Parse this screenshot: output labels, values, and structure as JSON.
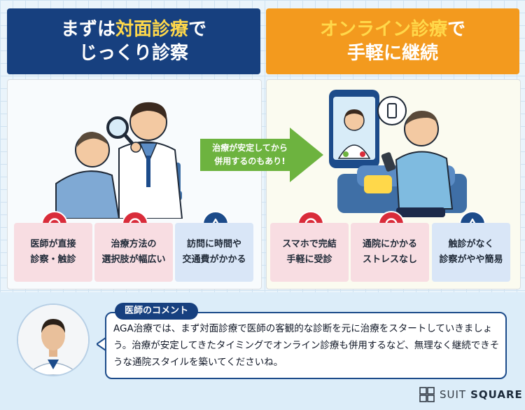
{
  "left": {
    "title_line1_pre": "まずは",
    "title_line1_highlight": "対面診療",
    "title_line1_post": "で",
    "title_line2": "じっくり診察",
    "cards": [
      {
        "mark": "circle",
        "text": "医師が直接\n診察・触診"
      },
      {
        "mark": "circle",
        "text": "治療方法の\n選択肢が幅広い"
      },
      {
        "mark": "triangle",
        "text": "訪問に時間や\n交通費がかかる"
      }
    ]
  },
  "right": {
    "title_line1_pre": "オンライン",
    "title_line1_highlight": "診療",
    "title_line1_post": "で",
    "title_line2": "手軽に継続",
    "cards": [
      {
        "mark": "circle",
        "text": "スマホで完結\n手軽に受診"
      },
      {
        "mark": "circle",
        "text": "通院にかかる\nストレスなし"
      },
      {
        "mark": "triangle",
        "text": "触診がなく\n診察がやや簡易"
      }
    ]
  },
  "arrow_text": "治療が安定してから\n併用するのもあり!",
  "comment": {
    "label": "医師のコメント",
    "text": "AGA治療では、まず対面診療で医師の客観的な診断を元に治療をスタートしていきましょう。治療が安定してきたタイミングでオンライン診療も併用するなど、無理なく継続できそうな通院スタイルを築いてくださいね。"
  },
  "brand": {
    "part1": "SUIT",
    "part2": "SQUARE"
  },
  "colors": {
    "navy": "#17407f",
    "orange": "#f39a1e",
    "yellow": "#ffd84a",
    "red": "#d92c3a",
    "green": "#6db33f"
  }
}
